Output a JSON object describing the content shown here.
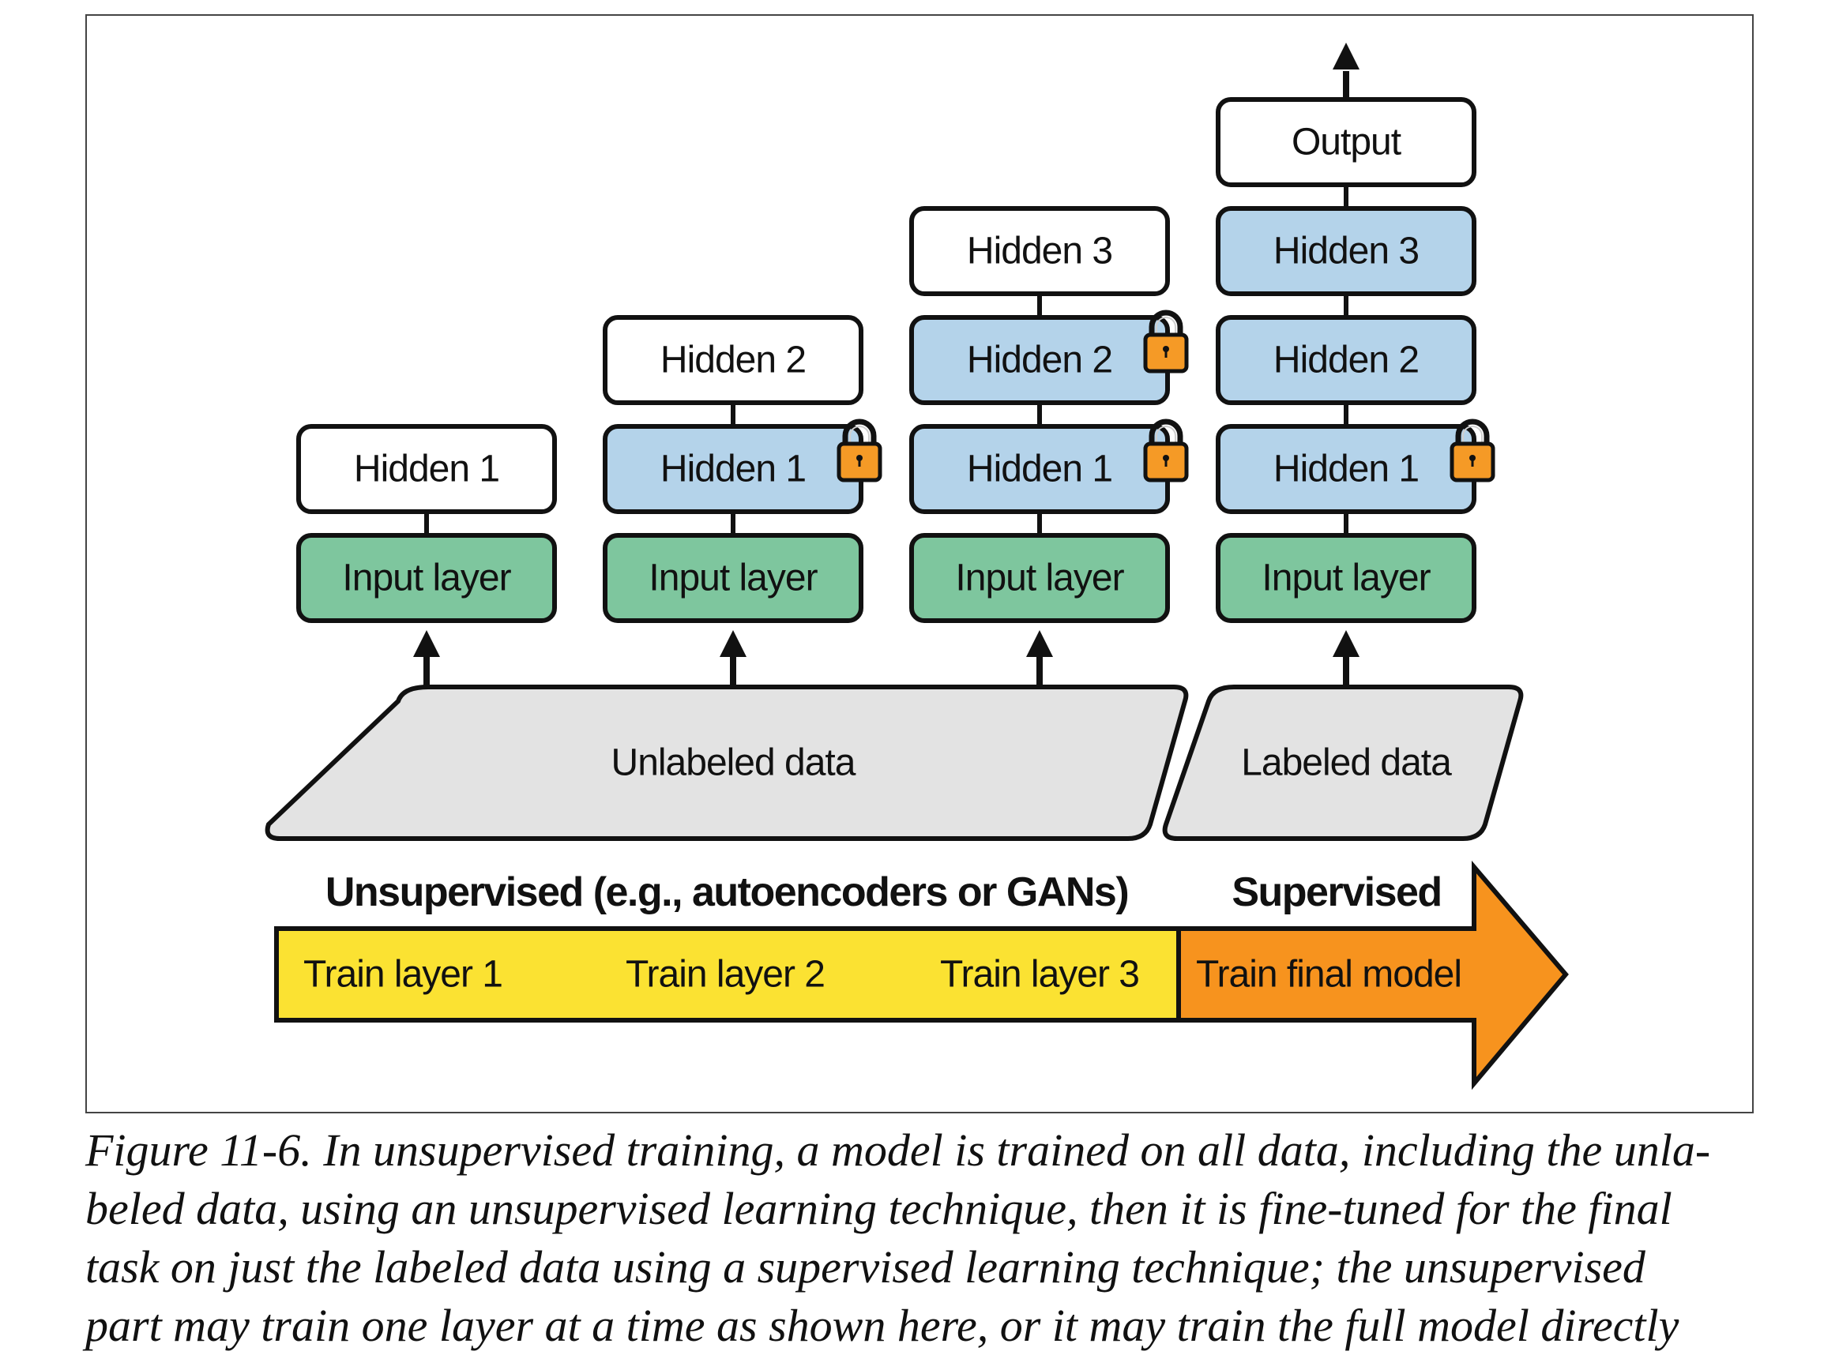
{
  "colors": {
    "outline": "#111111",
    "white_box": "#ffffff",
    "frozen_box": "#b4d3ea",
    "input_box": "#7ec69e",
    "data_box": "#e3e3e3",
    "lock_body": "#f59a26",
    "lock_shackle": "#111111",
    "unsupervised_bar": "#fbe232",
    "supervised_arrow": "#f7931e"
  },
  "columns": [
    {
      "input": "Input layer",
      "layers": [
        {
          "label": "Hidden 1",
          "frozen": false,
          "locked": false
        }
      ]
    },
    {
      "input": "Input layer",
      "layers": [
        {
          "label": "Hidden 1",
          "frozen": true,
          "locked": true
        },
        {
          "label": "Hidden 2",
          "frozen": false,
          "locked": false
        }
      ]
    },
    {
      "input": "Input layer",
      "layers": [
        {
          "label": "Hidden 1",
          "frozen": true,
          "locked": true
        },
        {
          "label": "Hidden 2",
          "frozen": true,
          "locked": true
        },
        {
          "label": "Hidden 3",
          "frozen": false,
          "locked": false
        }
      ]
    },
    {
      "input": "Input layer",
      "layers": [
        {
          "label": "Hidden 1",
          "frozen": true,
          "locked": true
        },
        {
          "label": "Hidden 2",
          "frozen": true,
          "locked": false
        },
        {
          "label": "Hidden 3",
          "frozen": true,
          "locked": false
        },
        {
          "label": "Output",
          "frozen": false,
          "locked": false
        }
      ],
      "output_arrow": true
    }
  ],
  "data_blocks": {
    "unlabeled": "Unlabeled data",
    "labeled": "Labeled data"
  },
  "phases": {
    "unsupervised": "Unsupervised (e.g., autoencoders or GANs)",
    "supervised": "Supervised"
  },
  "bar_steps": [
    "Train layer 1",
    "Train layer 2",
    "Train layer 3"
  ],
  "final_step": "Train final model",
  "caption_lines": [
    "Figure 11-6. In unsupervised training, a model is trained on all data, including the unla-",
    "beled data, using an unsupervised learning technique, then it is fine-tuned for the final",
    "task on just the labeled data using a supervised learning technique; the unsupervised",
    "part may train one layer at a time as shown here, or it may train the full model directly"
  ]
}
